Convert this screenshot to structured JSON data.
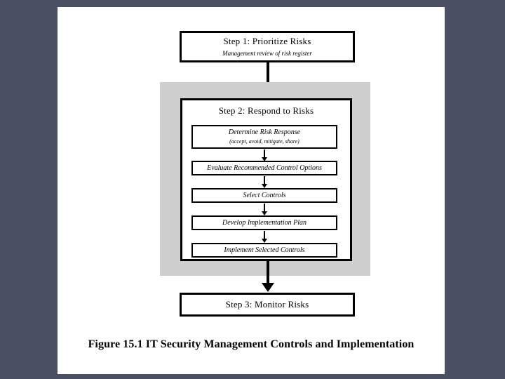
{
  "slide": {
    "background_color": "#4a4f63",
    "page_color": "#ffffff",
    "zone_color": "#cfcfcf"
  },
  "figure": {
    "caption": "Figure 15.1  IT Security Management Controls and Implementation",
    "step1": {
      "title": "Step 1: Prioritize Risks",
      "subtitle": "Management review of risk register"
    },
    "step2": {
      "title": "Step 2: Respond to Risks",
      "inner_steps": [
        {
          "label": "Determine Risk Response",
          "sublabel": "(accept, avoid, mitigate, share)"
        },
        {
          "label": "Evaluate Recommended Control Options",
          "sublabel": ""
        },
        {
          "label": "Select Controls",
          "sublabel": ""
        },
        {
          "label": "Develop Implementation Plan",
          "sublabel": ""
        },
        {
          "label": "Implement Selected Controls",
          "sublabel": ""
        }
      ]
    },
    "step3": {
      "title": "Step 3: Monitor Risks"
    }
  }
}
